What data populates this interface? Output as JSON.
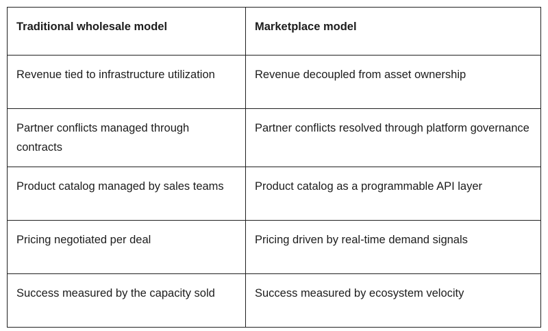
{
  "table": {
    "headers": [
      {
        "label": "Traditional wholesale model"
      },
      {
        "label": "Marketplace model"
      }
    ],
    "rows": [
      {
        "left": "Revenue tied to infrastructure utilization",
        "right": "Revenue decoupled from asset ownership"
      },
      {
        "left": "Partner conflicts managed through contracts",
        "right": "Partner conflicts resolved through platform governance"
      },
      {
        "left": "Product catalog managed by sales teams",
        "right": "Product catalog as a programmable API layer"
      },
      {
        "left": "Pricing negotiated per deal",
        "right": "Pricing driven by real-time demand signals"
      },
      {
        "left": "Success measured by the capacity sold",
        "right": "Success measured by ecosystem velocity"
      }
    ]
  }
}
